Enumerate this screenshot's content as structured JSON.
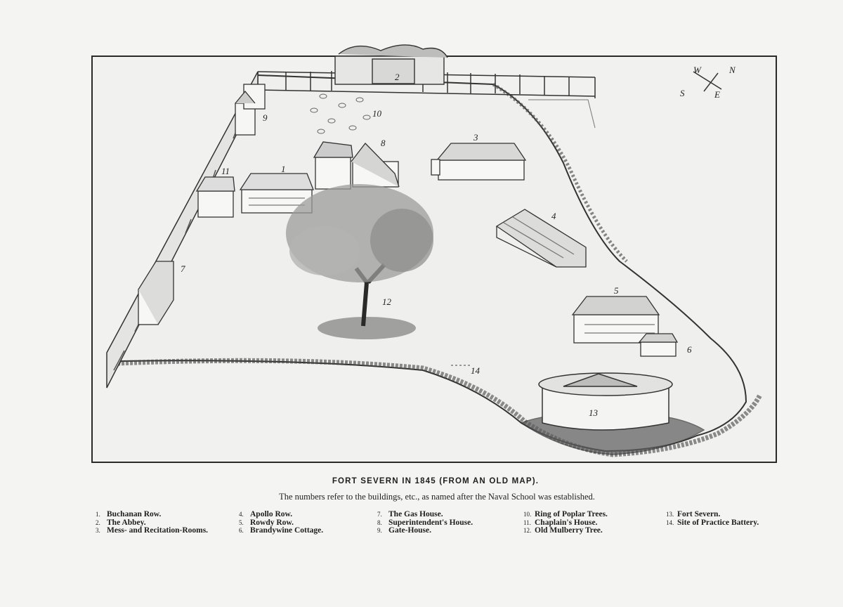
{
  "map": {
    "labels": [
      "1",
      "2",
      "3",
      "4",
      "5",
      "6",
      "7",
      "8",
      "9",
      "10",
      "11",
      "12",
      "13",
      "14"
    ],
    "compass": {
      "n": "N",
      "s": "S",
      "e": "E",
      "w": "W"
    }
  },
  "caption": {
    "title": "FORT SEVERN IN 1845 (FROM AN OLD MAP).",
    "subtitle": "The numbers refer to the buildings, etc., as named after the Naval School was established."
  },
  "legend": [
    [
      {
        "num": "1.",
        "name": "Buchanan Row."
      },
      {
        "num": "2.",
        "name": "The Abbey."
      },
      {
        "num": "3.",
        "name": "Mess- and Recitation-Rooms."
      }
    ],
    [
      {
        "num": "4.",
        "name": "Apollo Row."
      },
      {
        "num": "5.",
        "name": "Rowdy Row."
      },
      {
        "num": "6.",
        "name": "Brandywine Cottage."
      }
    ],
    [
      {
        "num": "7.",
        "name": "The Gas House."
      },
      {
        "num": "8.",
        "name": "Superintendent's House."
      },
      {
        "num": "9.",
        "name": "Gate-House."
      }
    ],
    [
      {
        "num": "10.",
        "name": "Ring of Poplar Trees."
      },
      {
        "num": "11.",
        "name": "Chaplain's House."
      },
      {
        "num": "12.",
        "name": "Old Mulberry Tree."
      }
    ],
    [
      {
        "num": "13.",
        "name": "Fort Severn."
      },
      {
        "num": "14.",
        "name": "Site of Practice Battery."
      }
    ]
  ]
}
